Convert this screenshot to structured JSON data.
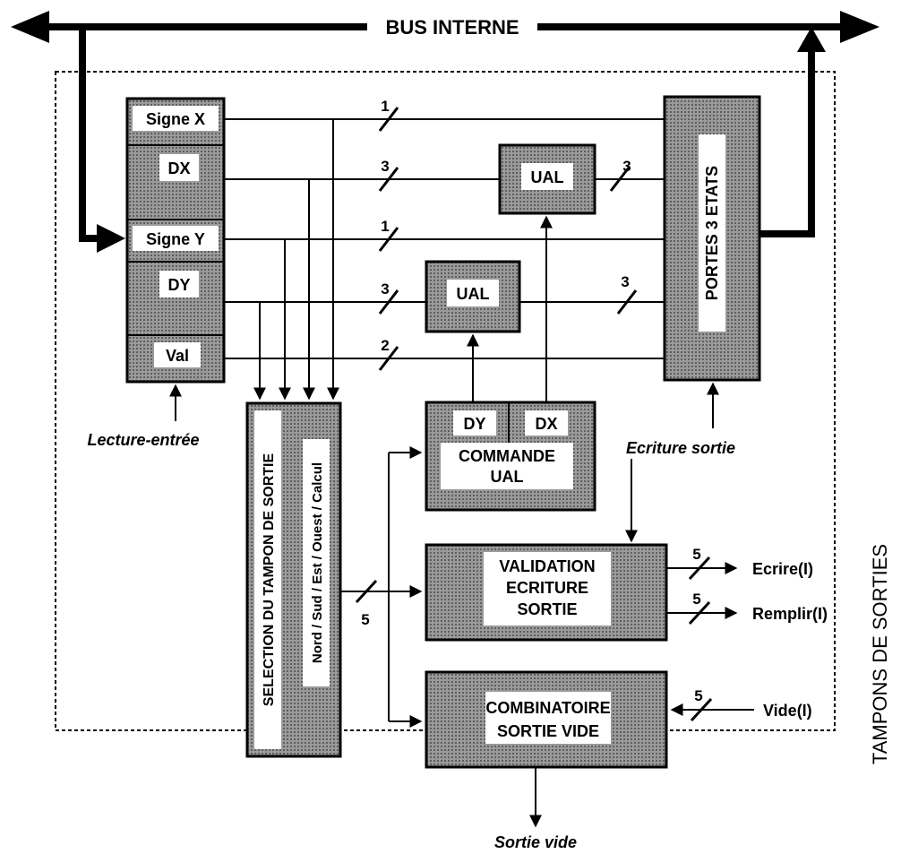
{
  "bus": {
    "label": "BUS INTERNE"
  },
  "registers": {
    "signe_x": "Signe X",
    "dx": "DX",
    "signe_y": "Signe Y",
    "dy": "DY",
    "val": "Val"
  },
  "ual_top": "UAL",
  "ual_mid": "UAL",
  "portes": "PORTES 3 ETATS",
  "commande": {
    "dy": "DY",
    "dx": "DX",
    "line1": "COMMANDE",
    "line2": "UAL"
  },
  "validation": {
    "line1": "VALIDATION",
    "line2": "ECRITURE",
    "line3": "SORTIE"
  },
  "combinatoire": {
    "line1": "COMBINATOIRE",
    "line2": "SORTIE VIDE"
  },
  "selection": {
    "title": "SELECTION DU TAMPON DE SORTIE",
    "sub": "Nord / Sud / Est / Ouest / Calcul"
  },
  "bus_widths": {
    "signe_x": "1",
    "dx": "3",
    "ual_out": "3",
    "signe_y": "1",
    "dy": "3",
    "ual_mid_out": "3",
    "val": "2",
    "sel_out": "5",
    "ecrire": "5",
    "remplir": "5",
    "vide": "5"
  },
  "signals": {
    "lecture": "Lecture-entrée",
    "ecriture": "Ecriture sortie",
    "ecrire": "Ecrire(I)",
    "remplir": "Remplir(I)",
    "vide": "Vide(I)",
    "sortie_vide": "Sortie vide"
  },
  "side_title": "TAMPONS DE SORTIES"
}
